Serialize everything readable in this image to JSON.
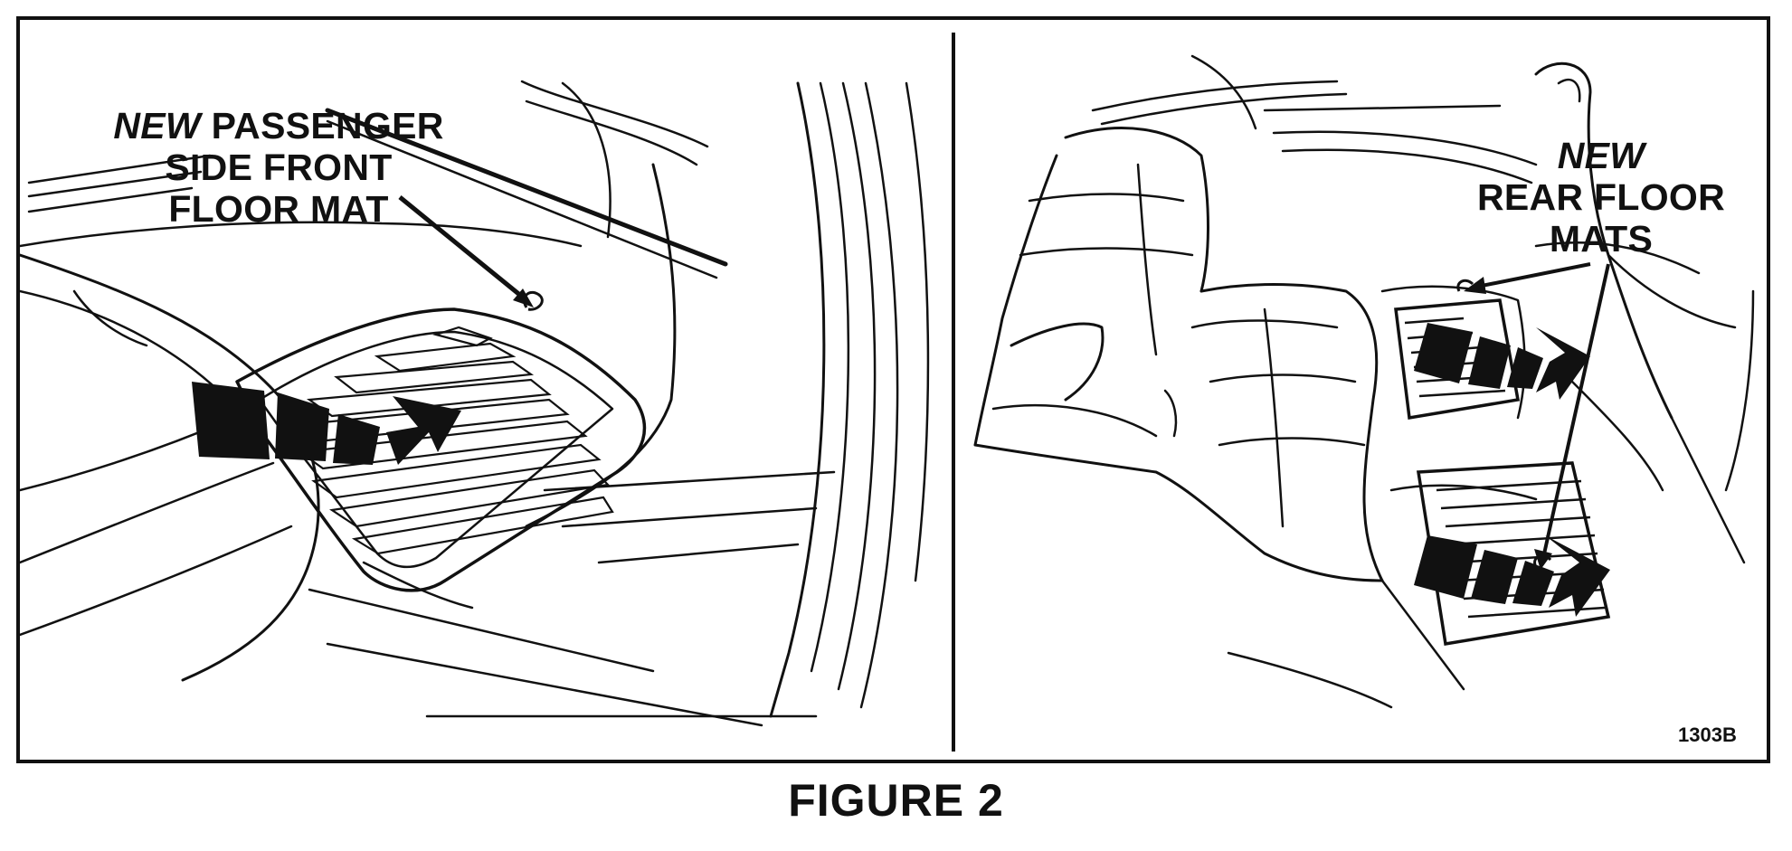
{
  "figure": {
    "caption": "FIGURE 2",
    "code": "1303B"
  },
  "front_panel": {
    "label_emphasis": "NEW",
    "label_line1": "PASSENGER",
    "label_line2": "SIDE FRONT",
    "label_line3": "FLOOR MAT"
  },
  "rear_panel": {
    "label_emphasis": "NEW",
    "label_line1": "REAR FLOOR",
    "label_line2": "MATS"
  },
  "colors": {
    "ink": "#111111",
    "paper": "#ffffff"
  }
}
